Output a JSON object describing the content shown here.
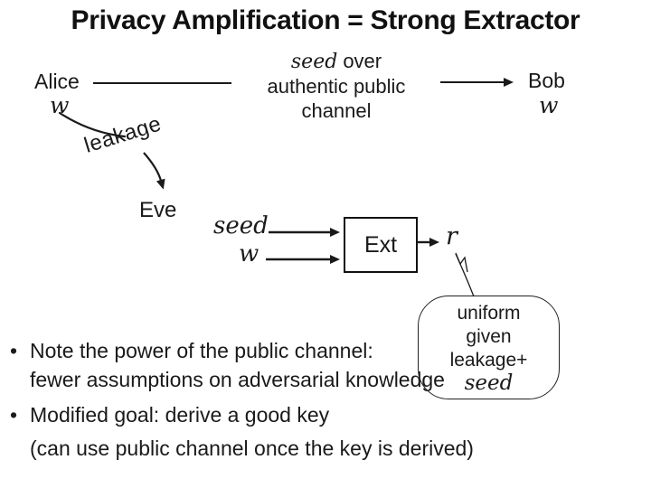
{
  "title": "Privacy Amplification = Strong Extractor",
  "colors": {
    "background": "#ffffff",
    "ink": "#1a1a1a"
  },
  "bullet_glyph": "•",
  "diagram": {
    "alice": {
      "label": "Alice",
      "var": "w"
    },
    "bob": {
      "label": "Bob",
      "var": "w"
    },
    "channel": {
      "seed_word": "seed",
      "over_word": "over",
      "line2": "authentic public",
      "line3": "channel"
    },
    "leakage_label": "leakage",
    "eve_label": "Eve",
    "extractor": {
      "seed_input": "seed",
      "w_input": "w",
      "box_label": "Ext",
      "output_var": "r"
    },
    "callout": {
      "line1": "uniform",
      "line2": "given",
      "line3": "leakage+",
      "line4": "seed"
    }
  },
  "bullets": [
    {
      "line1": "Note the power of the public channel:",
      "line2": "fewer assumptions on adversarial knowledge"
    },
    {
      "line1": "Modified goal: derive a good key",
      "line2": "(can use public channel once the key is derived)"
    }
  ]
}
